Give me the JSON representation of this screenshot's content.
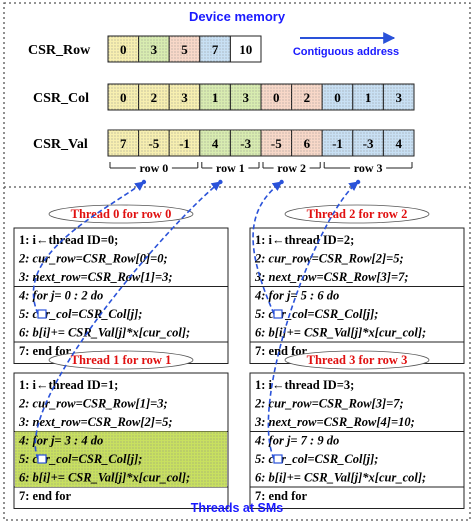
{
  "header": {
    "title": "Device memory",
    "arrow_label": "Contiguous address"
  },
  "footer": {
    "title": "Threads at SMs"
  },
  "arrays": [
    {
      "label": "CSR_Row",
      "values": [
        "0",
        "3",
        "5",
        "7",
        "10"
      ]
    },
    {
      "label": "CSR_Col",
      "values": [
        "0",
        "2",
        "3",
        "1",
        "3",
        "0",
        "2",
        "0",
        "1",
        "3"
      ]
    },
    {
      "label": "CSR_Val",
      "values": [
        "7",
        "-5",
        "-1",
        "4",
        "-3",
        "-5",
        "6",
        "-1",
        "-3",
        "4"
      ]
    }
  ],
  "segments": [
    "row 0",
    "row 1",
    "row 2",
    "row 3"
  ],
  "colors": {
    "row0": "#f7efb0",
    "row1": "#d8ecb0",
    "row2": "#f8d8c8",
    "row3": "#c8e0f4",
    "white": "#ffffff",
    "title_blue": "#1a1aff",
    "thread_red": "#e01010",
    "arrow_blue": "#2a52d9",
    "highlight": "#c8e060"
  },
  "threads": [
    {
      "title": "Thread 0 for row 0",
      "lines": [
        "1:  i←thread ID=0;",
        "2:  cur_row=CSR_Row[0]=0;",
        "3:  next_row=CSR_Row[1]=3;",
        "4:  for j= 0 : 2 do",
        "5:     cur_col=CSR_Col[j];",
        "6:     b[i]+= CSR_Val[j]*x[cur_col];",
        "7:  end for"
      ]
    },
    {
      "title": "Thread 2 for row 2",
      "lines": [
        "1:  i←thread ID=2;",
        "2:  cur_row=CSR_Row[2]=5;",
        "3:  next_row=CSR_Row[3]=7;",
        "4:  for j= 5 : 6 do",
        "5:     cur_col=CSR_Col[j];",
        "6:     b[i]+= CSR_Val[j]*x[cur_col];",
        "7:  end for"
      ]
    },
    {
      "title": "Thread 1 for row 1",
      "lines": [
        "1:  i←thread ID=1;",
        "2:  cur_row=CSR_Row[1]=3;",
        "3:  next_row=CSR_Row[2]=5;",
        "4:  for j= 3 : 4 do",
        "5:     cur_col=CSR_Col[j];",
        "6:     b[i]+= CSR_Val[j]*x[cur_col];",
        "7:  end for"
      ]
    },
    {
      "title": "Thread 3 for row 3",
      "lines": [
        "1:  i←thread ID=3;",
        "2:  cur_row=CSR_Row[3]=7;",
        "3:  next_row=CSR_Row[4]=10;",
        "4:  for j= 7 : 9 do",
        "5:     cur_col=CSR_Col[j];",
        "6:     b[i]+= CSR_Val[j]*x[cur_col];",
        "7:  end for"
      ]
    }
  ]
}
